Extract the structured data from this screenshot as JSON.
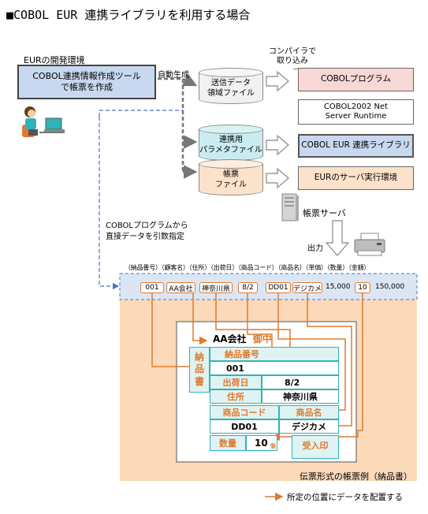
{
  "title": "■COBOL EUR 連携ライブラリを利用する場合",
  "env_label": "EURの開発環境",
  "tool_box": [
    "COBOL連携情報作成ツール",
    "で帳票を作成"
  ],
  "auto_gen": "自動生成",
  "compiler_note": [
    "コンパイラで",
    "取り込み"
  ],
  "cyl_send": [
    "送信データ",
    "領域ファイル"
  ],
  "cyl_param": [
    "連携用",
    "パラメタファイル"
  ],
  "cyl_form": [
    "帳票",
    "ファイル"
  ],
  "box_program": "COBOLプログラム",
  "box_runtime": [
    "COBOL2002 Net",
    "Server Runtime"
  ],
  "box_library": "COBOL EUR 連携ライブラリ",
  "box_server_env": "EURのサーバ実行環境",
  "form_server": "帳票サーバ",
  "output": "出力",
  "cobol_note": [
    "COBOLプログラムから",
    "直接データを引数指定"
  ],
  "field_labels": "（納品番号）（顧客名）（住所）（出荷日）（商品コード）（商品名）（単価）（数量）（金額）",
  "data_tags": [
    "001",
    "AA会社",
    "神奈川県",
    "8/2",
    "DD01",
    "デジカメ",
    "10"
  ],
  "data_plain": [
    "15,000",
    "150,000"
  ],
  "slip": {
    "customer": "AA会社",
    "honorific": "御中",
    "vertical_title": [
      "納",
      "品",
      "書"
    ],
    "h_number": "納品番号",
    "v_number": "001",
    "h_ship": "出荷日",
    "v_ship": "8/2",
    "h_addr": "住所",
    "v_addr": "神奈川県",
    "h_code": "商品コード",
    "h_name": "商品名",
    "v_code": "DD01",
    "v_name": "デジカメ",
    "h_qty": "数量",
    "v_qty": "10",
    "unit": "個",
    "stamp": "受入印"
  },
  "caption": "伝票形式の帳票例（納品書）",
  "legend": "所定の位置にデータを配置する",
  "colors": {
    "orange": "#e07a2e",
    "teal": "#2fb3b8",
    "peach": "#fbd9b9",
    "blue_box": "#c8d8f0",
    "pink_box": "#f8d7d7",
    "dashed_blue": "#4d74b8"
  }
}
